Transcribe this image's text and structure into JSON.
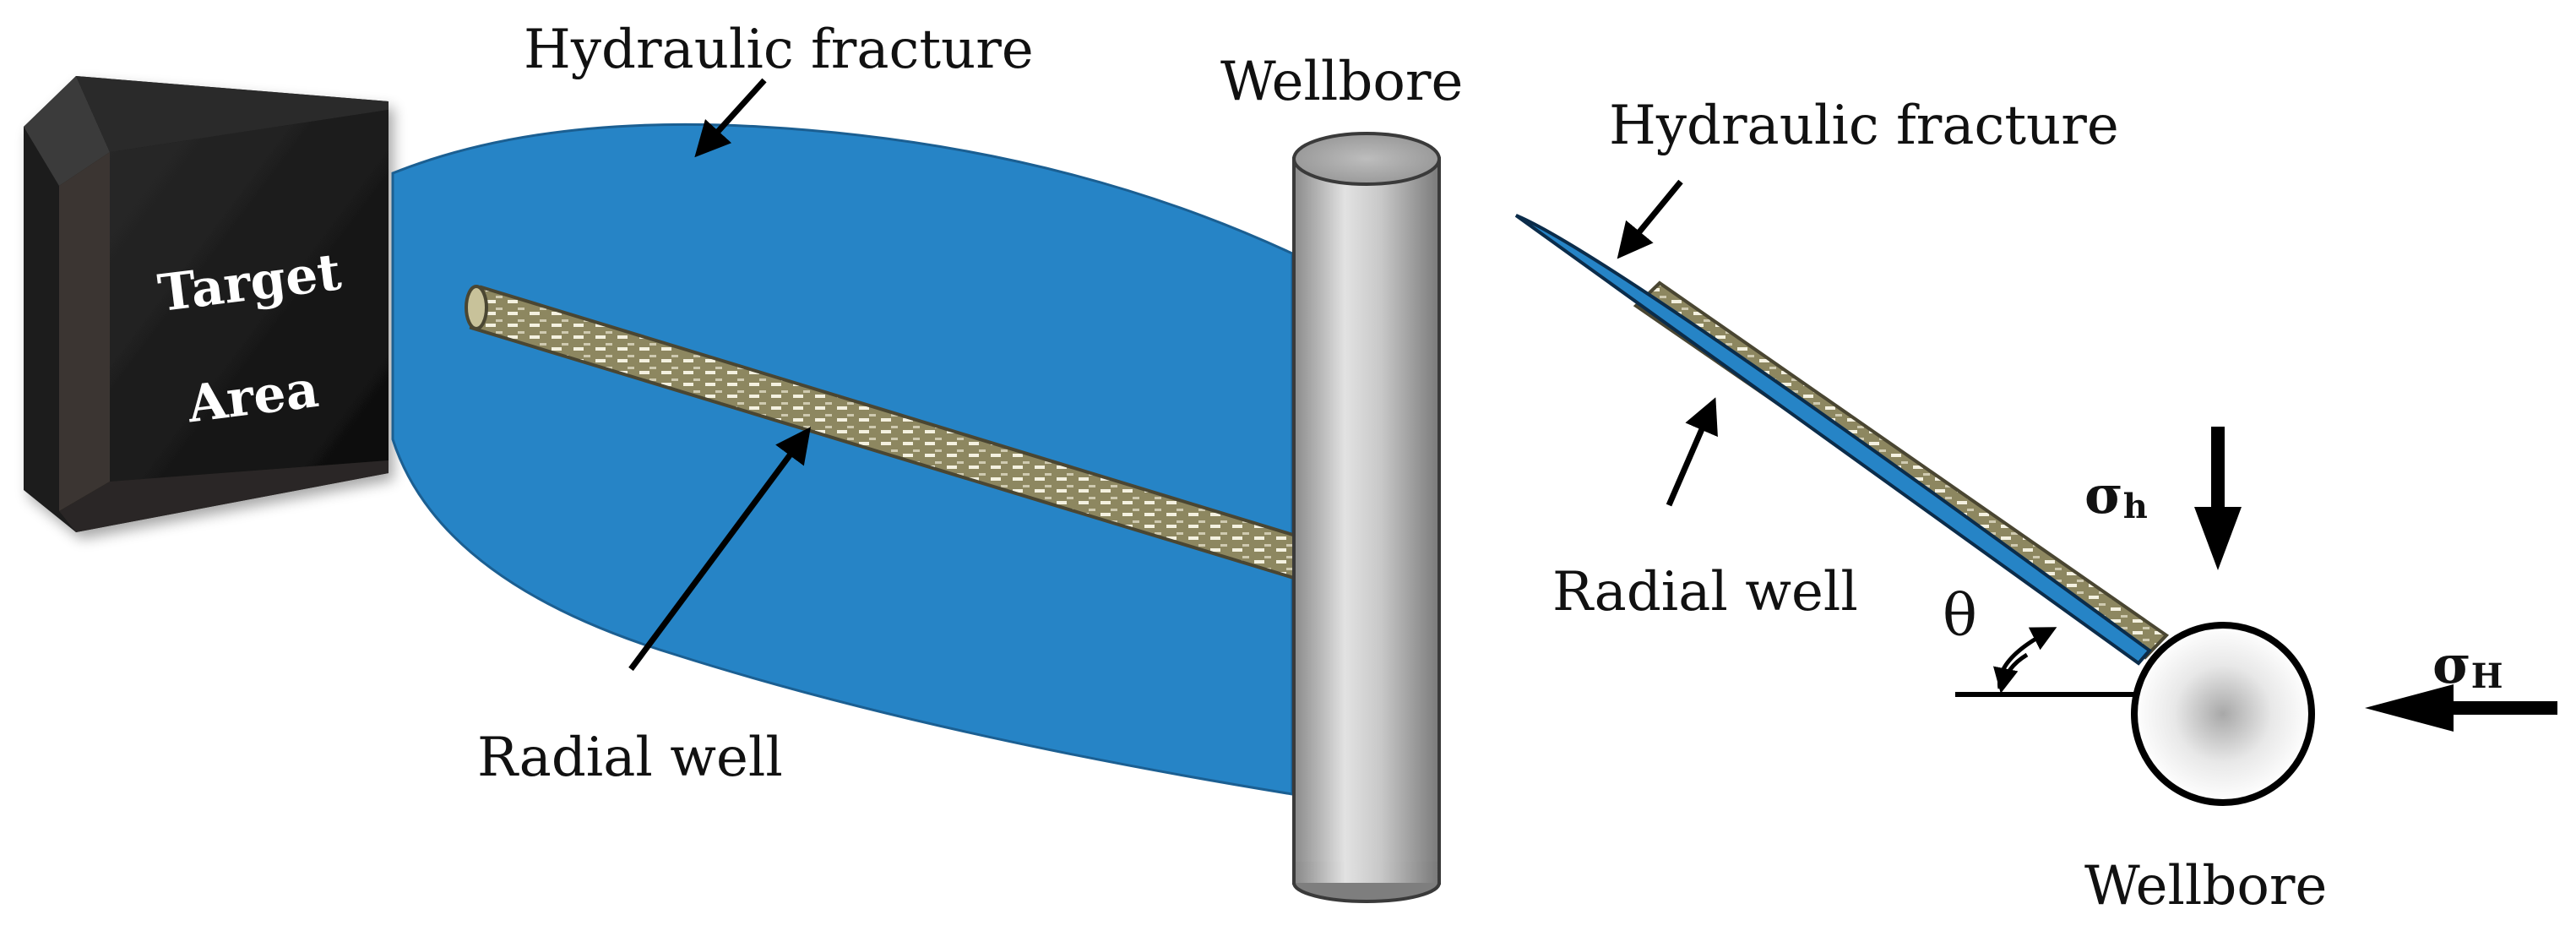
{
  "left_panel": {
    "target_box": {
      "line1": "Target",
      "line2": "Area"
    },
    "hydraulic_fracture_label": "Hydraulic fracture",
    "wellbore_label": "Wellbore",
    "radial_well_label": "Radial well",
    "colors": {
      "fracture": "#2684c6",
      "radial_well": "#a09b70",
      "wellbore": "#c8c8c8"
    }
  },
  "right_panel": {
    "hydraulic_fracture_label": "Hydraulic fracture",
    "radial_well_label": "Radial well",
    "theta_label": "θ",
    "sigma_h": {
      "base": "σ",
      "sub": "h"
    },
    "sigma_H": {
      "base": "σ",
      "sub": "H"
    },
    "wellbore_label": "Wellbore"
  }
}
